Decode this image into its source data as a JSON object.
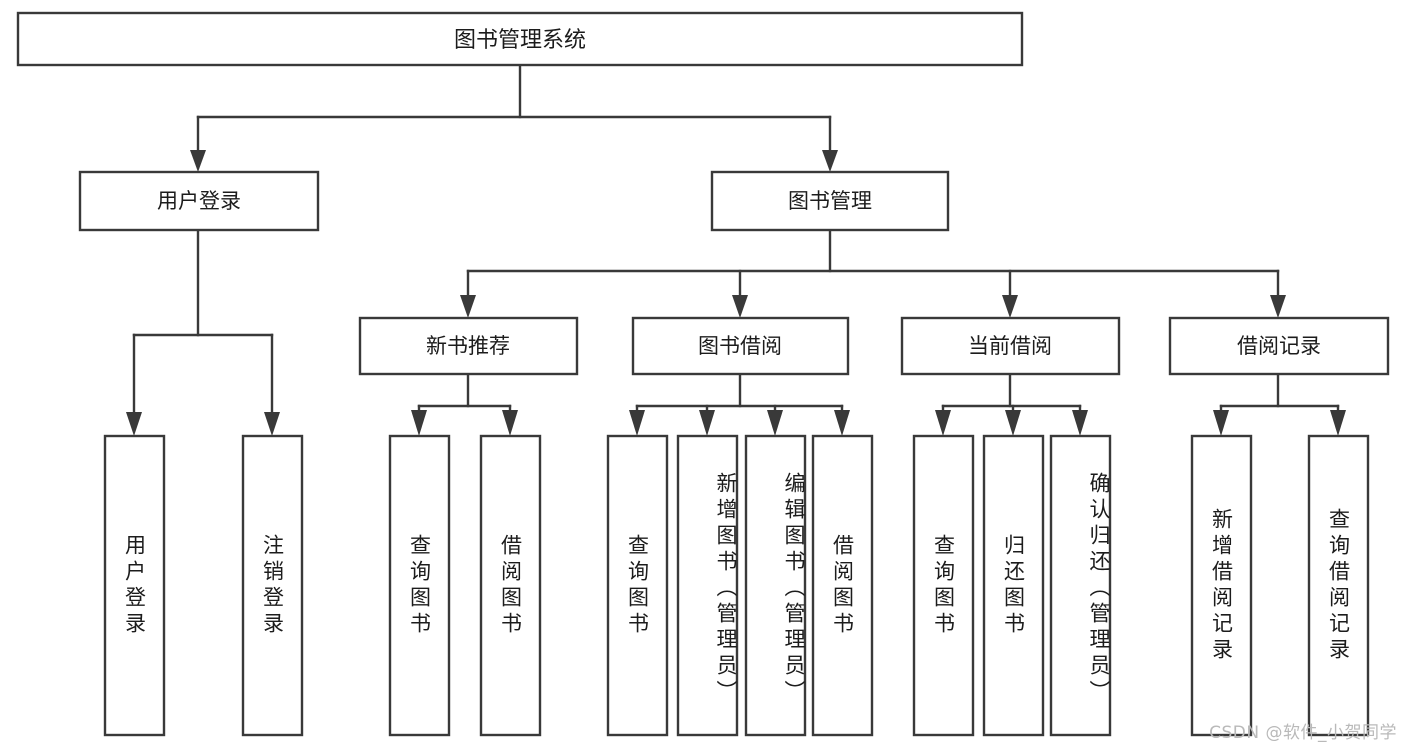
{
  "diagram": {
    "title": "图书管理系统",
    "type": "hierarchy-tree",
    "root": {
      "label": "图书管理系统",
      "name": "node-root-book-management-system"
    },
    "tier2": [
      {
        "label": "用户登录",
        "name": "node-user-login"
      },
      {
        "label": "图书管理",
        "name": "node-book-management"
      }
    ],
    "tier3": [
      {
        "label": "新书推荐",
        "name": "node-new-book-recommend"
      },
      {
        "label": "图书借阅",
        "name": "node-book-borrow"
      },
      {
        "label": "当前借阅",
        "name": "node-current-borrow"
      },
      {
        "label": "借阅记录",
        "name": "node-borrow-record"
      }
    ],
    "leaves": {
      "user_login": [
        {
          "label": "用户登录",
          "name": "leaf-user-login"
        },
        {
          "label": "注销登录",
          "name": "leaf-logout"
        }
      ],
      "new_book_recommend": [
        {
          "label": "查询图书",
          "name": "leaf-query-book-1"
        },
        {
          "label": "借阅图书",
          "name": "leaf-borrow-book-1"
        }
      ],
      "book_borrow": [
        {
          "label": "查询图书",
          "name": "leaf-query-book-2"
        },
        {
          "label": "新增图书（管理员）",
          "name": "leaf-add-book-admin"
        },
        {
          "label": "编辑图书（管理员）",
          "name": "leaf-edit-book-admin"
        },
        {
          "label": "借阅图书",
          "name": "leaf-borrow-book-2"
        }
      ],
      "current_borrow": [
        {
          "label": "查询图书",
          "name": "leaf-query-book-3"
        },
        {
          "label": "归还图书",
          "name": "leaf-return-book"
        },
        {
          "label": "确认归还（管理员）",
          "name": "leaf-confirm-return-admin"
        }
      ],
      "borrow_record": [
        {
          "label": "新增借阅记录",
          "name": "leaf-add-borrow-record"
        },
        {
          "label": "查询借阅记录",
          "name": "leaf-query-borrow-record"
        }
      ]
    }
  },
  "watermark": {
    "text": "CSDN @软件_小贺同学"
  },
  "colors": {
    "stroke": "#393939",
    "text": "#1c1c1c",
    "background": "#ffffff",
    "watermark": "#b9b9b9"
  }
}
